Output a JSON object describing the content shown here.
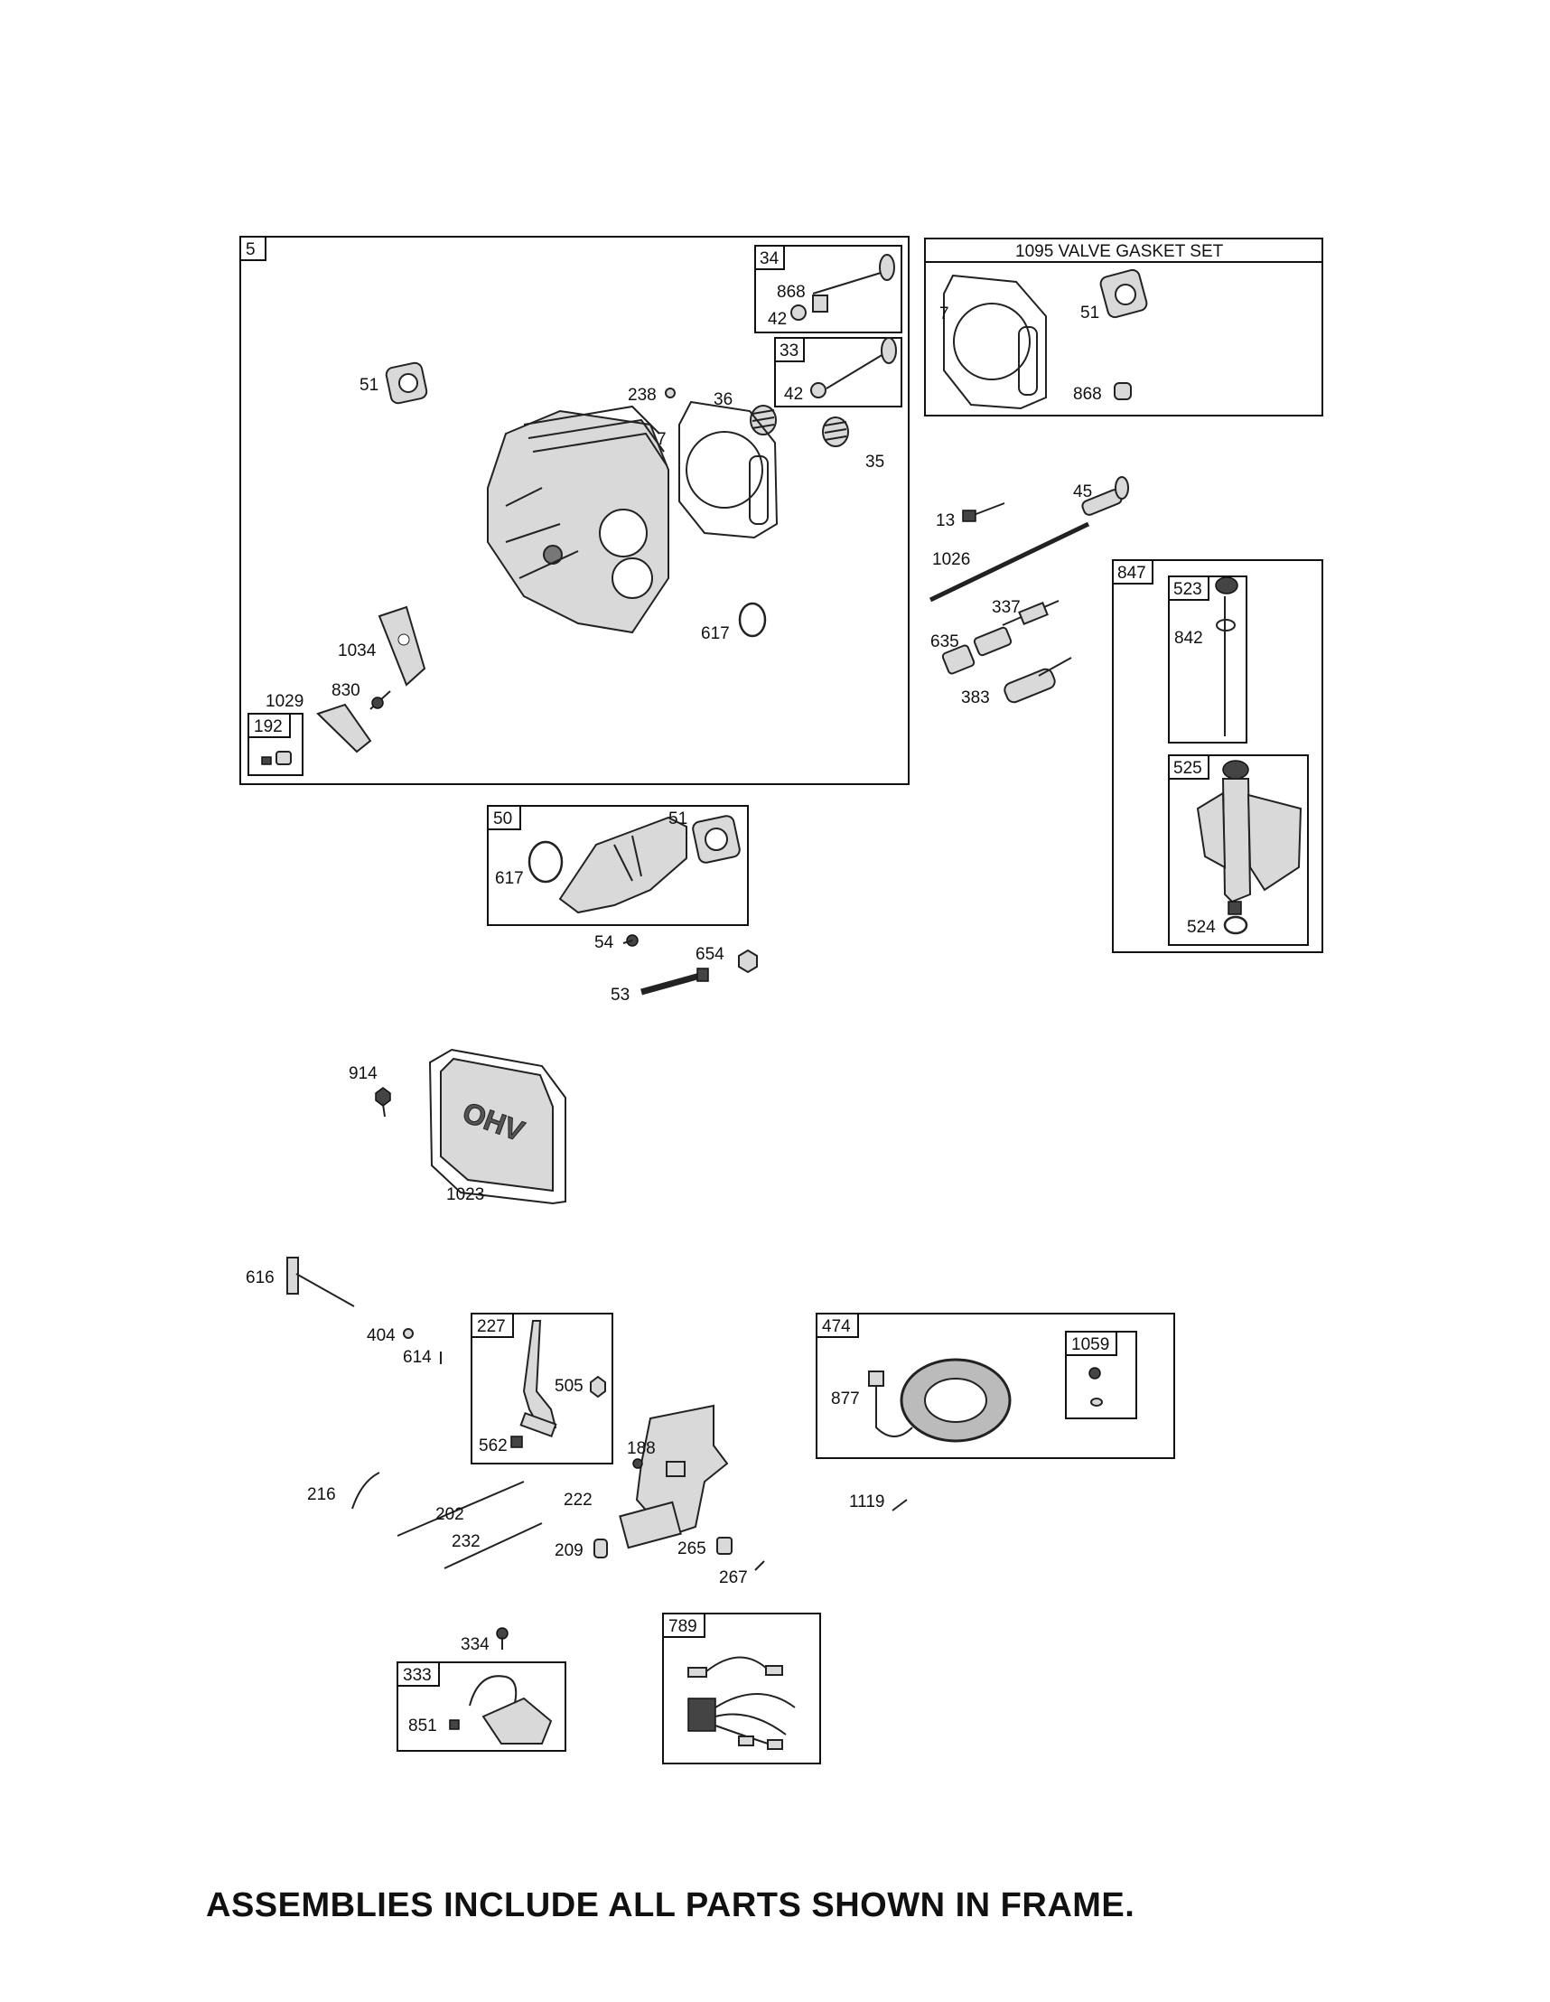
{
  "frames": {
    "cylinder_head": "5",
    "exhaust_valve": "34",
    "intake_valve": "33",
    "valve_gasket_set": "1095 VALVE GASKET SET",
    "intake_manifold": "50",
    "dipstick_assembly": "847",
    "dipstick": "523",
    "oil_fill_tube": "525",
    "kit_192": "192",
    "governor_lever": "227",
    "alternator": "474",
    "alternator_kit": "1059",
    "ignition_armature": "333",
    "harness": "789"
  },
  "callouts": {
    "c51a": "51",
    "c868a": "868",
    "c42a": "42",
    "c42b": "42",
    "c238": "238",
    "c36": "36",
    "c7a": "7",
    "c35": "35",
    "c7b": "7",
    "c51b": "51",
    "c868b": "868",
    "c617a": "617",
    "c1034": "1034",
    "c830": "830",
    "c1029": "1029",
    "c13": "13",
    "c45": "45",
    "c1026": "1026",
    "c337": "337",
    "c635": "635",
    "c383": "383",
    "c842": "842",
    "c524": "524",
    "c51c": "51",
    "c617b": "617",
    "c54": "54",
    "c654": "654",
    "c53": "53",
    "c914": "914",
    "c1023": "1023",
    "c616": "616",
    "c404": "404",
    "c614": "614",
    "c505": "505",
    "c562": "562",
    "c188": "188",
    "c216": "216",
    "c202": "202",
    "c232": "232",
    "c222": "222",
    "c209": "209",
    "c265": "265",
    "c267": "267",
    "c877": "877",
    "c1119": "1119",
    "c334": "334",
    "c851": "851"
  },
  "cover_logo": "OHV",
  "footer": "ASSEMBLIES INCLUDE ALL PARTS SHOWN IN FRAME."
}
